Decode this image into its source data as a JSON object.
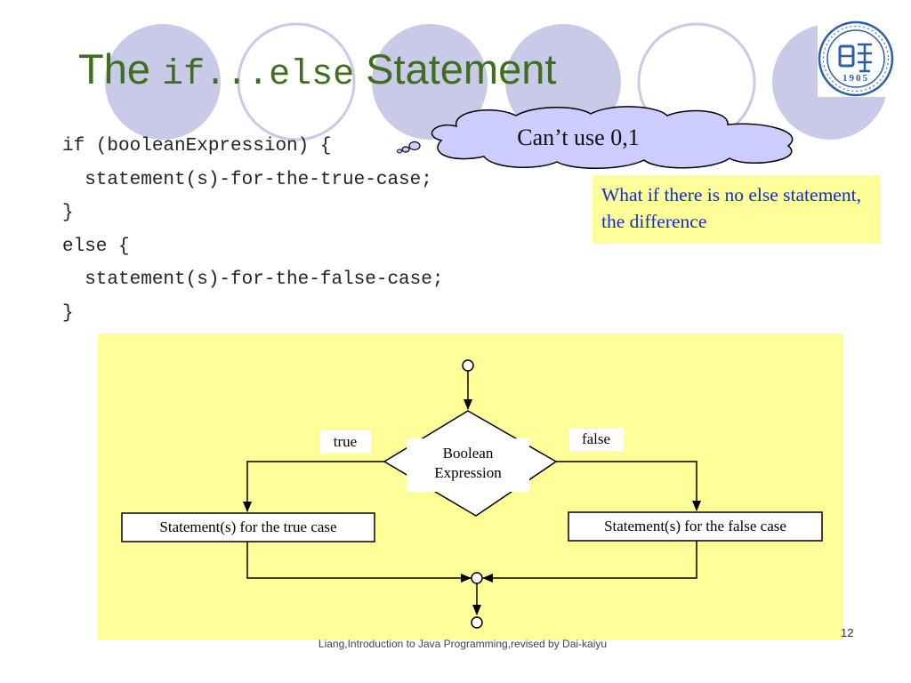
{
  "title": {
    "prefix": "The",
    "keyword_if": "if",
    "dots": "...",
    "keyword_else": "else",
    "suffix": "Statement"
  },
  "code_lines": [
    "if (booleanExpression) {",
    "  statement(s)-for-the-true-case;",
    "}",
    "else {",
    "  statement(s)-for-the-false-case;",
    "}"
  ],
  "callout": {
    "text": "Can’t use 0,1"
  },
  "note": {
    "text": "What if there is no else statement, the difference"
  },
  "flowchart": {
    "condition_line1": "Boolean",
    "condition_line2": "Expression",
    "true_label": "true",
    "false_label": "false",
    "true_box": "Statement(s) for the true case",
    "false_box": "Statement(s) for the false case"
  },
  "logo": {
    "year": "1905"
  },
  "footer": {
    "text": "Liang,Introduction to Java Programming,revised by Dai-kaiyu"
  },
  "page_number": "12",
  "colors": {
    "title": "#3f6f1e",
    "circles": "#c9c9e8",
    "callout_fill": "#ccccff",
    "note_bg": "#ffff99",
    "note_text": "#1030c8",
    "flow_bg": "#ffff99",
    "logo_blue": "#2a5fa8"
  }
}
